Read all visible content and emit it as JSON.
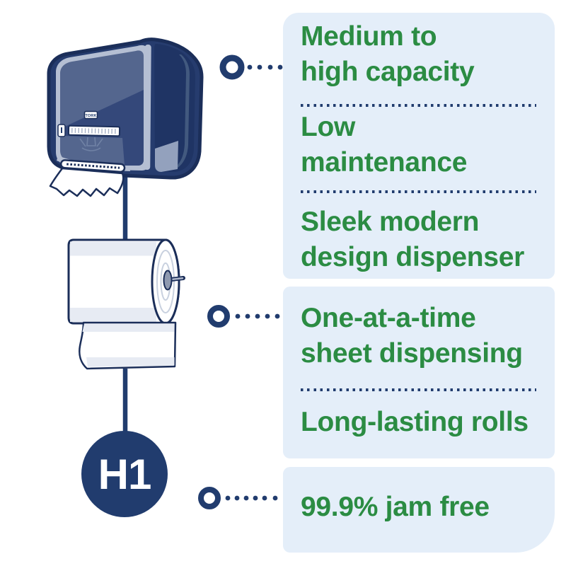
{
  "page": {
    "background": "#ffffff"
  },
  "colors": {
    "accent_navy": "#213c6e",
    "outline_navy": "#1b2e59",
    "benefit_green": "#2b8c43",
    "panel_blue": "#e4eef9"
  },
  "illustration": {
    "brand_label": "TORK",
    "system_badge": "H1"
  },
  "benefits": [
    {
      "text": "Medium to high capacity",
      "line1": "Medium to",
      "line2": "high capacity"
    },
    {
      "text": "Low maintenance",
      "line1": "Low",
      "line2": "maintenance"
    },
    {
      "text": "Sleek modern design dispenser",
      "line1": "Sleek modern",
      "line2": "design dispenser"
    },
    {
      "text": "One-at-a-time sheet dispensing",
      "line1": "One-at-a-time",
      "line2": "sheet dispensing"
    },
    {
      "text": "Long-lasting rolls",
      "line1": "Long-lasting rolls"
    },
    {
      "text": "99.9% jam free",
      "line1": "99.9% jam free"
    }
  ]
}
